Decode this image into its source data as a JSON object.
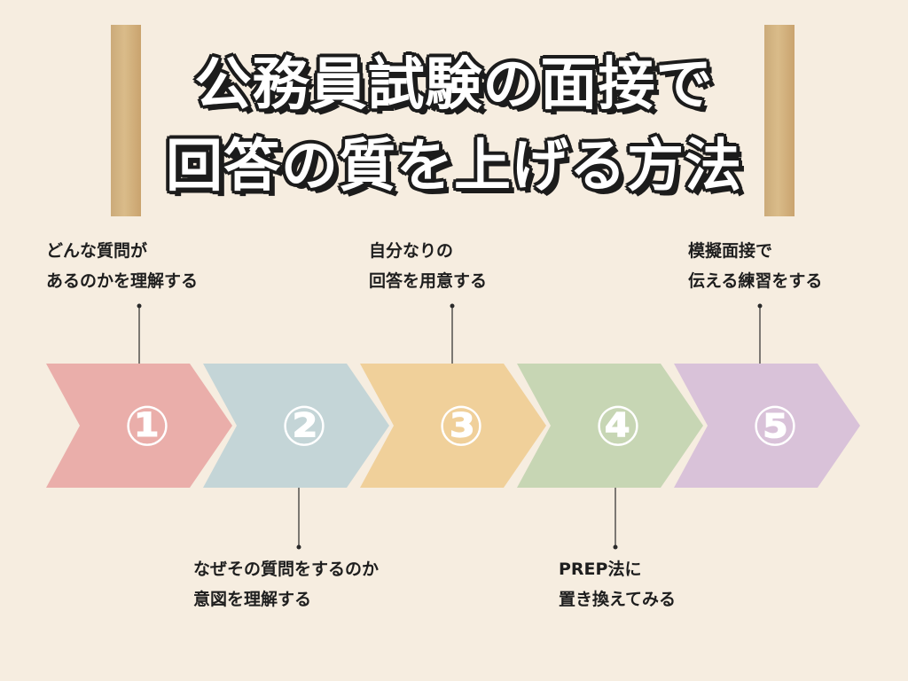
{
  "title": {
    "line1": "公務員試験の面接で",
    "line2": "回答の質を上げる方法"
  },
  "steps": [
    {
      "number": "①",
      "color": "#eaaeaa",
      "label_lines": [
        "どんな質問が",
        "あるのかを理解する"
      ]
    },
    {
      "number": "②",
      "color": "#c4d5d7",
      "label_lines": [
        "なぜその質問をするのか",
        "意図を理解する"
      ]
    },
    {
      "number": "③",
      "color": "#f0d09a",
      "label_lines": [
        "自分なりの",
        "回答を用意する"
      ]
    },
    {
      "number": "④",
      "color": "#c7d6b4",
      "label_lines": [
        "PREP法に",
        "置き換えてみる"
      ]
    },
    {
      "number": "⑤",
      "color": "#d9c2d9",
      "label_lines": [
        "模擬面接で",
        "伝える練習をする"
      ]
    }
  ]
}
